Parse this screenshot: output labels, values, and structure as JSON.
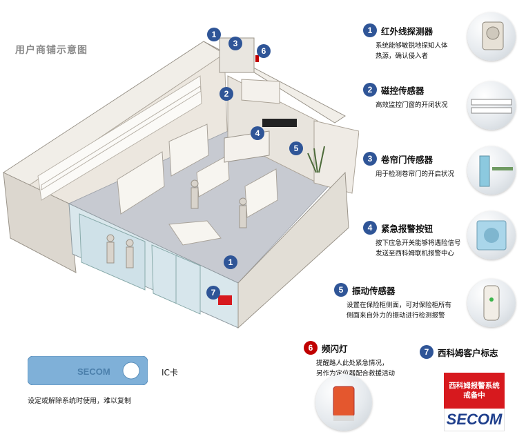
{
  "title": "用户商铺示意图",
  "devices": [
    {
      "num": "1",
      "name": "红外线探测器",
      "desc": [
        "系统能够敏锐地探知人体",
        "热源，确认侵入者"
      ]
    },
    {
      "num": "2",
      "name": "磁控传感器",
      "desc": [
        "高效监控门窗的开闭状况"
      ]
    },
    {
      "num": "3",
      "name": "卷帘门传感器",
      "desc": [
        "用于检测卷帘门的开启状况"
      ]
    },
    {
      "num": "4",
      "name": "紧急报警按钮",
      "desc": [
        "按下应急开关能够将遇险信号",
        "发送至西科姆联机报警中心"
      ]
    },
    {
      "num": "5",
      "name": "振动传感器",
      "desc": [
        "设置在保险柜侧面，可对保险柜所有",
        "侧面来自外力的振动进行检测报警"
      ]
    },
    {
      "num": "6",
      "name": "频闪灯",
      "desc": [
        "提醒路人此处紧急情况，",
        "另作为定位器配合救援活动"
      ]
    },
    {
      "num": "7",
      "name": "西科姆客户标志",
      "desc": []
    }
  ],
  "ic_card": {
    "label": "IC卡",
    "desc": "设定或解除系统时使用，难以复制",
    "card_text": "SECOM"
  },
  "logo": {
    "line1": "西科姆报警系统",
    "line2": "戒备中",
    "brand": "SECOM"
  },
  "map_markers": [
    "1",
    "2",
    "3",
    "4",
    "5",
    "6",
    "7",
    "1"
  ],
  "colors": {
    "badge": "#2f5597",
    "logo_red": "#d7191e",
    "brand_blue": "#1f3f8c"
  }
}
